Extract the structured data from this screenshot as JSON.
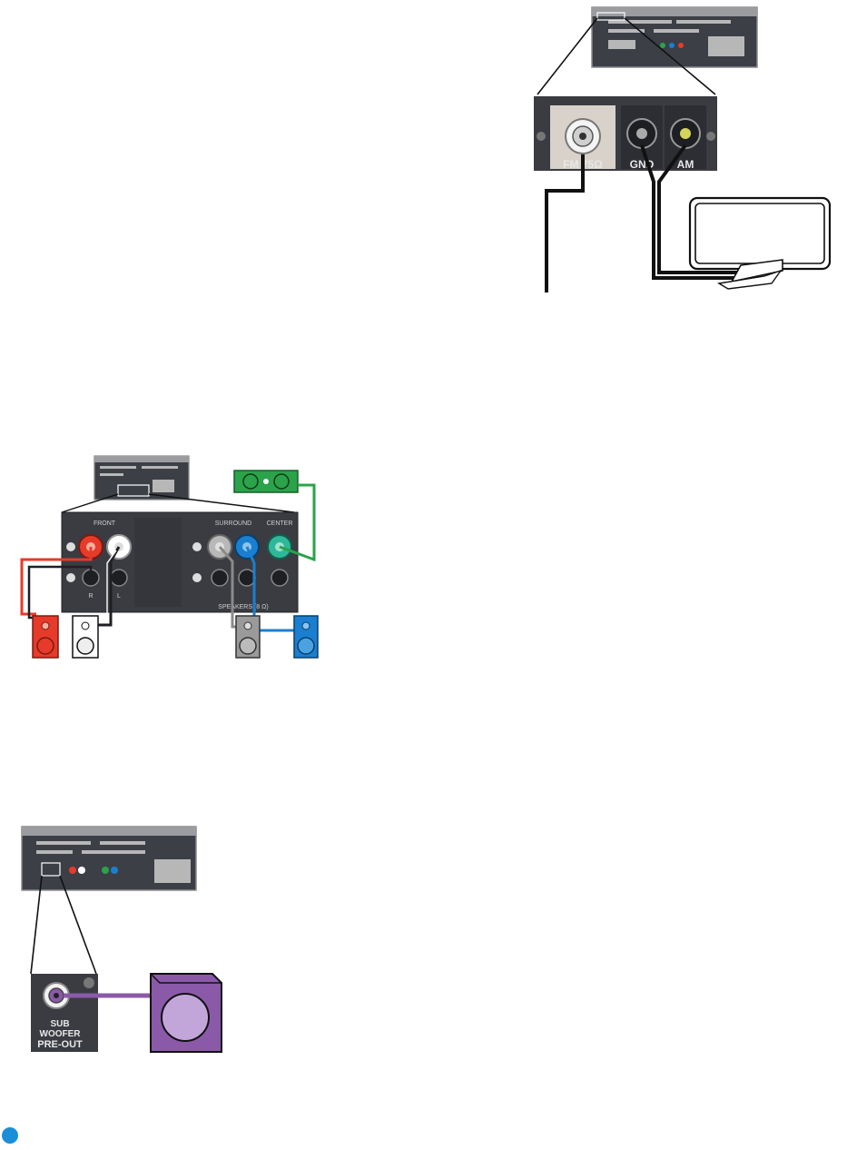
{
  "antenna": {
    "fm_label": "FM 75Ω",
    "gnd_label": "GND",
    "am_label": "AM"
  },
  "speakers": {
    "front_label": "FRONT",
    "surround_label": "SURROUND",
    "center_label": "CENTER",
    "panel_label": "SPEAKERS (8 Ω)",
    "r": "R",
    "l": "L",
    "colors": {
      "front_right": "#e63a2a",
      "front_left": "#ffffff",
      "surround_right": "#9a9a9a",
      "surround_left": "#1a7fd0",
      "center": "#2aa34a"
    }
  },
  "subwoofer": {
    "line1": "SUB",
    "line2": "WOOFER",
    "line3": "PRE-OUT",
    "color": "#8a5aa8"
  },
  "page_marker_color": "#1a8fd8"
}
